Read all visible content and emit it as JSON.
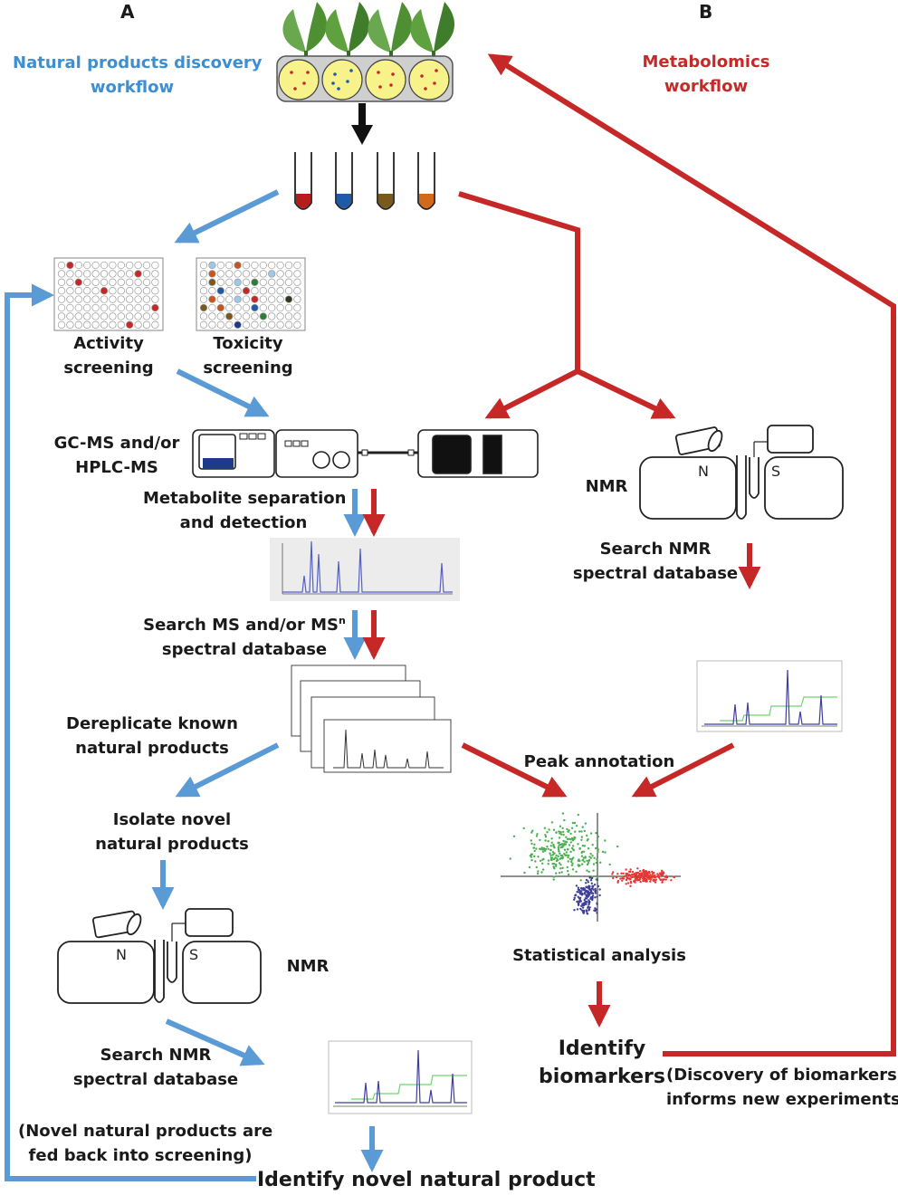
{
  "panels": {
    "a": "A",
    "b": "B"
  },
  "workflows": {
    "natural_products": [
      "Natural products discovery",
      "workflow"
    ],
    "metabolomics": [
      "Metabolomics",
      "workflow"
    ]
  },
  "screens": {
    "activity": [
      "Activity",
      "screening"
    ],
    "toxicity": [
      "Toxicity",
      "screening"
    ]
  },
  "instruments": {
    "ms": [
      "GC-MS and/or",
      "HPLC-MS"
    ],
    "nmr_top": "NMR",
    "nmr_bottom": "NMR",
    "nmr_letters": {
      "n": "N",
      "s": "S"
    }
  },
  "steps": {
    "separation": [
      "Metabolite separation",
      "and detection"
    ],
    "search_nmr_top": [
      "Search NMR",
      "spectral database"
    ],
    "search_ms": [
      "Search MS and/or MS",
      "n",
      "spectral database"
    ],
    "dereplicate": [
      "Dereplicate known",
      "natural products"
    ],
    "peak_annotation": "Peak annotation",
    "isolate": [
      "Isolate novel",
      "natural products"
    ],
    "statistical": "Statistical analysis",
    "search_nmr_bottom": [
      "Search NMR",
      "spectral database"
    ],
    "identify_biomarkers": [
      "Identify",
      "biomarkers"
    ],
    "discovery_note": [
      "(Discovery of biomarkers",
      "informs new experiments)"
    ],
    "novel_note": [
      "(Novel natural products are",
      "fed back into screening)"
    ],
    "identify_novel": "Identify novel natural product"
  },
  "colors": {
    "blue_arrow": "#5b9bd5",
    "red_arrow": "#c62828",
    "plate_yellow": "#f7f28a",
    "leaf_green": "#5a9e3a",
    "tube_colors": [
      "#b71c1c",
      "#1e5aa8",
      "#7a5a1a",
      "#d26a1a"
    ],
    "pca_groups": [
      "#4caf50",
      "#e53935",
      "#3f3f9a"
    ]
  }
}
